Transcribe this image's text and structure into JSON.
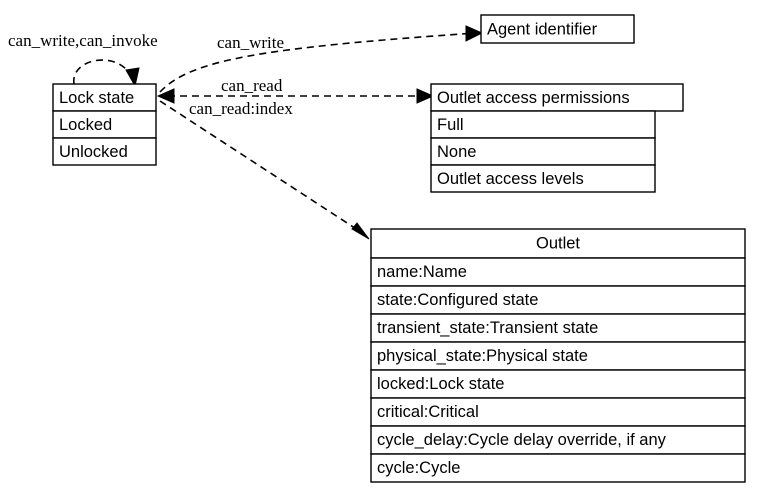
{
  "diagram": {
    "type": "entity-relationship-class-diagram",
    "background_color": "#ffffff",
    "line_color": "#000000",
    "nodes": [
      {
        "id": "lock_state",
        "title": "Lock state",
        "rows": [
          "Locked",
          "Unlocked"
        ],
        "title_align": "left"
      },
      {
        "id": "agent_identifier",
        "title": "Agent identifier",
        "rows": [],
        "title_align": "left"
      },
      {
        "id": "outlet_access_permissions",
        "title": "Outlet access permissions",
        "rows": [
          "Full",
          "None",
          "Outlet access levels"
        ],
        "title_align": "left"
      },
      {
        "id": "outlet",
        "title": "Outlet",
        "rows": [
          "name:Name",
          "state:Configured state",
          "transient_state:Transient state",
          "physical_state:Physical state",
          "locked:Lock state",
          "critical:Critical",
          "cycle_delay:Cycle delay override, if any",
          "cycle:Cycle"
        ],
        "title_align": "center"
      }
    ],
    "edges": [
      {
        "id": "self_loop",
        "label": "can_write,can_invoke",
        "from": "lock_state",
        "to": "lock_state"
      },
      {
        "id": "to_agent_identifier",
        "label": "can_write",
        "from": "lock_state",
        "to": "agent_identifier"
      },
      {
        "id": "from_permissions",
        "label": "can_read",
        "from": "outlet_access_permissions",
        "to": "lock_state"
      },
      {
        "id": "to_outlet",
        "label": "can_read:index",
        "from": "lock_state",
        "to": "outlet"
      }
    ]
  }
}
